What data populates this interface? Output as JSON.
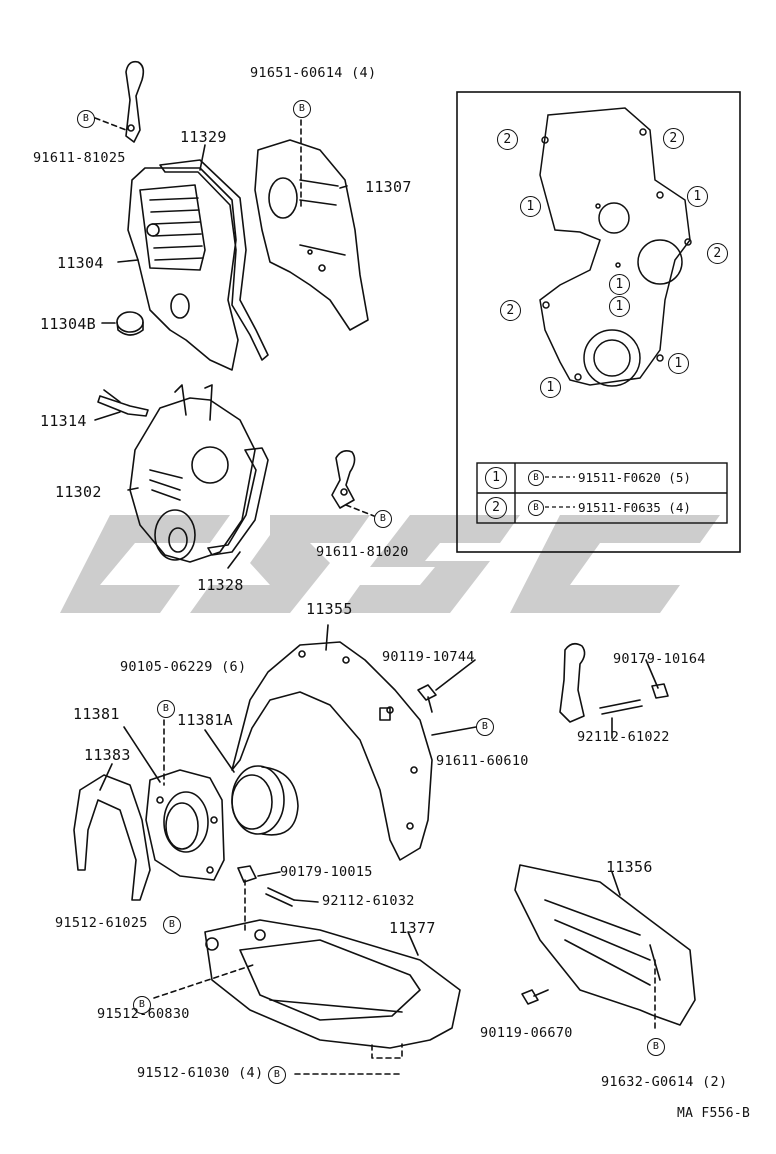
{
  "watermark": "cgsc",
  "callouts": {
    "p11329": "11329",
    "p11307": "11307",
    "p11304": "11304",
    "p11304B": "11304B",
    "p11314": "11314",
    "p11302": "11302",
    "p11328": "11328",
    "p11355": "11355",
    "p11381": "11381",
    "p11381A": "11381A",
    "p11383": "11383",
    "p11356": "11356",
    "p11377": "11377",
    "b91651_60614": "91651-60614 (4)",
    "b91611_81025": "91611-81025",
    "b91611_81020": "91611-81020",
    "b90119_10744": "90119-10744",
    "b91611_60610": "91611-60610",
    "b90179_10164": "90179-10164",
    "b92112_61022": "92112-61022",
    "b90105_06229": "90105-06229 (6)",
    "b90179_10015": "90179-10015",
    "b92112_61032": "92112-61032",
    "b91512_61025": "91512-61025",
    "b91512_60830": "91512-60830",
    "b91512_61030": "91512-61030 (4)",
    "b90119_06670": "90119-06670",
    "b91632_G0614": "91632-G0614 (2)"
  },
  "inset": {
    "markers": [
      "2",
      "2",
      "1",
      "1",
      "2",
      "2",
      "1",
      "1",
      "1",
      "1"
    ],
    "legend": [
      {
        "index": "1",
        "bolt_mark": "B",
        "part": "91511-F0620 (5)"
      },
      {
        "index": "2",
        "bolt_mark": "B",
        "part": "91511-F0635 (4)"
      }
    ]
  },
  "bolt_mark": "B",
  "figure_code": "MA F556-B"
}
